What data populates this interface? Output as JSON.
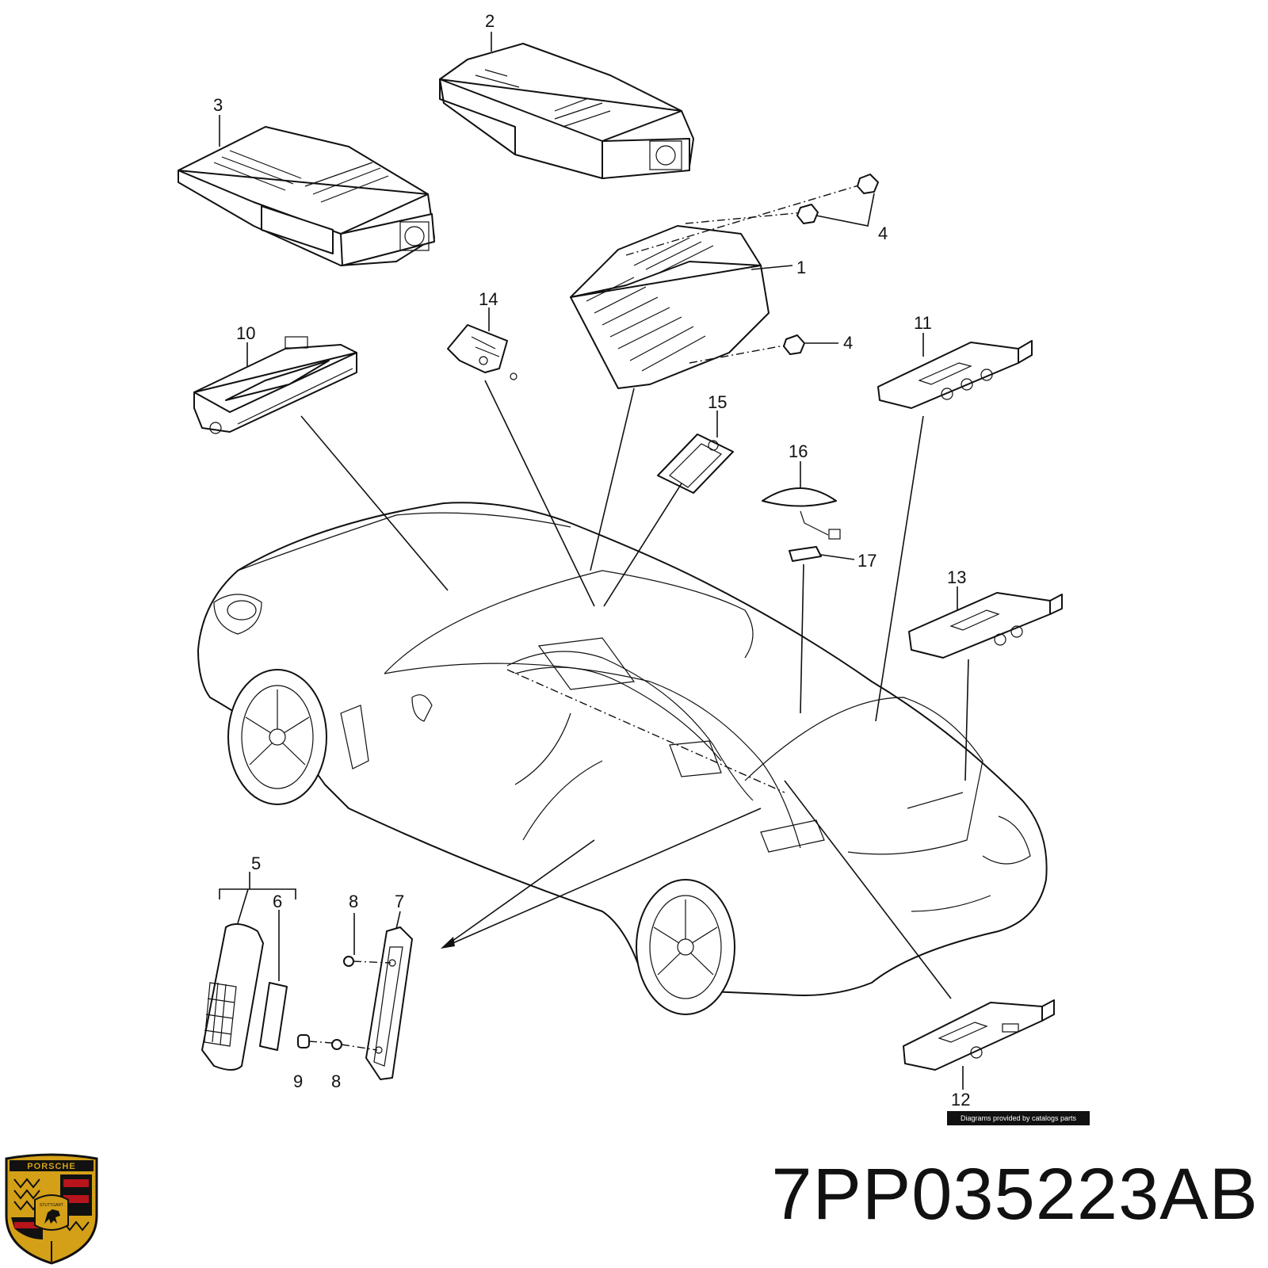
{
  "callouts": {
    "c1": "1",
    "c2": "2",
    "c3": "3",
    "c4a": "4",
    "c4b": "4",
    "c5": "5",
    "c6": "6",
    "c7": "7",
    "c8a": "8",
    "c8b": "8",
    "c9": "9",
    "c10": "10",
    "c11": "11",
    "c12": "12",
    "c13": "13",
    "c14": "14",
    "c15": "15",
    "c16": "16",
    "c17": "17"
  },
  "credit": "Diagrams provided by catalogs parts",
  "part_number": "7PP035223AB",
  "logo": {
    "name": "porsche-crest",
    "text": "PORSCHE",
    "city": "STUTTGART",
    "colors": {
      "gold": "#d4a017",
      "red": "#b8141b",
      "black": "#111111"
    }
  }
}
